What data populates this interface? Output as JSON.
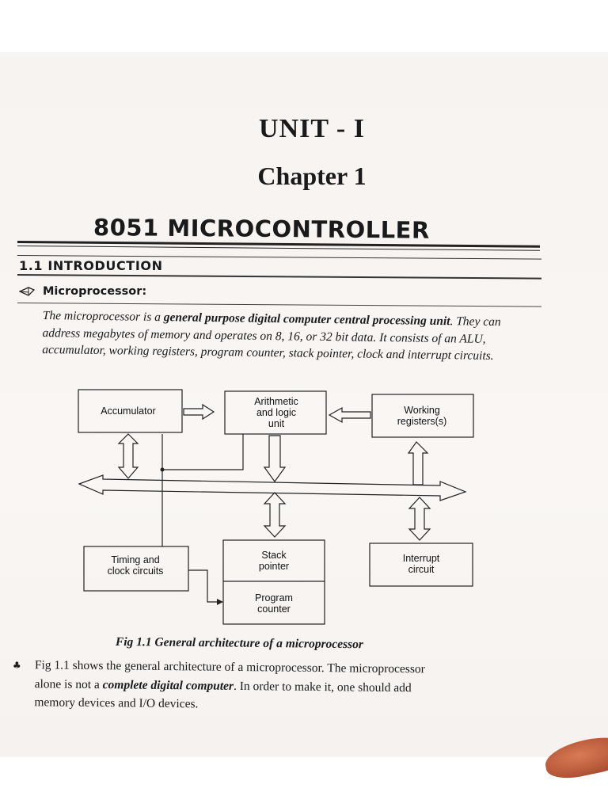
{
  "header": {
    "unit": "UNIT - I",
    "chapter": "Chapter 1",
    "title": "8051 MICROCONTROLLER"
  },
  "section": {
    "heading": "1.1 INTRODUCTION",
    "subheading": "Microprocessor:",
    "subheading_icon": "pen-nib-icon"
  },
  "intro": {
    "part1": "The microprocessor is a ",
    "bold1": "general purpose digital computer central processing unit",
    "part2": ". They can address megabytes of memory and operates on 8, 16, or 32 bit data. It consists of an ALU, accumulator, working registers, program counter, stack pointer, clock and interrupt circuits."
  },
  "diagram": {
    "blocks": {
      "accumulator": "Accumulator",
      "alu_line1": "Arithmetic",
      "alu_line2": "and logic",
      "alu_line3": "unit",
      "working_line1": "Working",
      "working_line2": "registers(s)",
      "timing_line1": "Timing and",
      "timing_line2": "clock circuits",
      "stack_line1": "Stack",
      "stack_line2": "pointer",
      "program_line1": "Program",
      "program_line2": "counter",
      "interrupt_line1": "Interrupt",
      "interrupt_line2": "circuit"
    },
    "caption": "Fig 1.1 General architecture of a microprocessor"
  },
  "body": {
    "bullet_icon": "club-icon",
    "line1": "Fig 1.1 shows the general architecture of a microprocessor. The microprocessor",
    "line2_a": "alone is not a ",
    "line2_em": "complete digital computer",
    "line2_b": ". In order to make it, one should add",
    "line3": "memory devices and I/O devices."
  }
}
